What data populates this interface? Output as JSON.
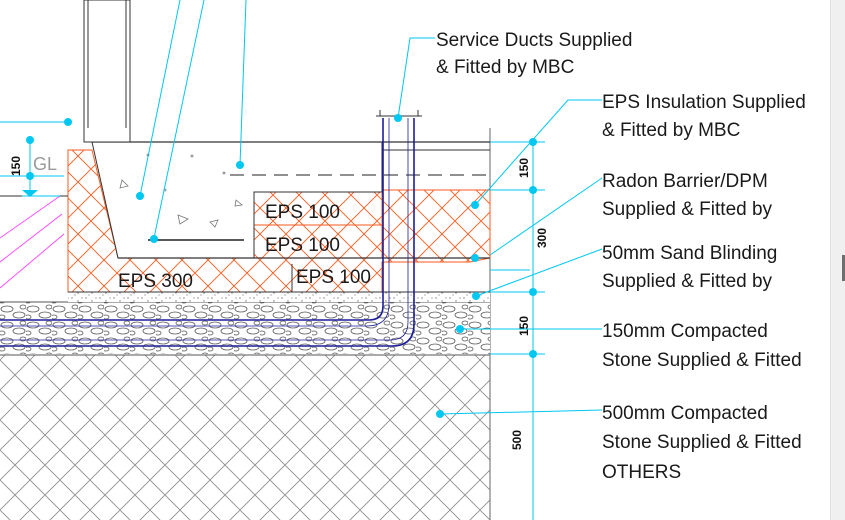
{
  "drawing": {
    "labels": [
      "Service Ducts Supplied",
      "& Fitted by MBC",
      "EPS Insulation Supplied",
      "& Fitted by MBC",
      "Radon Barrier/DPM",
      "Supplied & Fitted by",
      "50mm Sand Blinding",
      "Supplied & Fitted by",
      "150mm Compacted",
      "Stone Supplied & Fitted",
      "500mm Compacted",
      "Stone Supplied & Fitted",
      "OTHERS"
    ],
    "eps": {
      "upper": "EPS 100",
      "middle": "EPS 100",
      "perimeter": "EPS 300",
      "right": "EPS 100"
    },
    "gl": "GL",
    "dims": {
      "left_150": "150",
      "right_150_top": "150",
      "right_300": "300",
      "right_150_bottom": "150",
      "right_500": "500"
    }
  },
  "colors": {
    "leader": "#00c8f0",
    "insulation_hatch": "#ff5a1e",
    "linework": "#1d1d9c",
    "dpm": "#ff44ff",
    "scroll_strip": "#f0f0f0"
  }
}
